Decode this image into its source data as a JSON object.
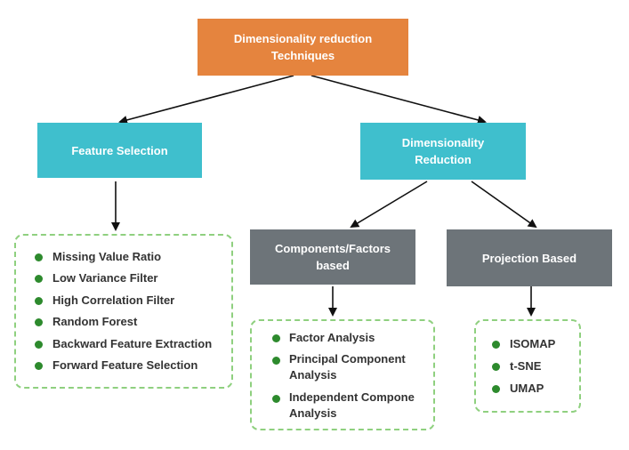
{
  "root": {
    "line1": "Dimensionality reduction",
    "line2": "Techniques"
  },
  "feature_selection": {
    "label": "Feature Selection",
    "items": [
      "Missing Value Ratio",
      "Low Variance Filter",
      "High Correlation Filter",
      "Random Forest",
      "Backward Feature Extraction",
      "Forward Feature Selection"
    ]
  },
  "dimensionality_reduction": {
    "line1": "Dimensionality",
    "line2": "Reduction"
  },
  "components": {
    "line1": "Components/Factors",
    "line2": "based",
    "items": [
      {
        "line1": "Factor Analysis"
      },
      {
        "line1": "Principal Component",
        "line2": "Analysis"
      },
      {
        "line1": "Independent Compone",
        "line2": "Analysis"
      }
    ]
  },
  "projection": {
    "label": "Projection Based",
    "items": [
      "ISOMAP",
      "t-SNE",
      "UMAP"
    ]
  },
  "colors": {
    "root": "#e5843e",
    "level1": "#3fbfcd",
    "level2": "#6d7479",
    "bullet": "#2d8a2d",
    "list_border": "#8fd07f"
  }
}
